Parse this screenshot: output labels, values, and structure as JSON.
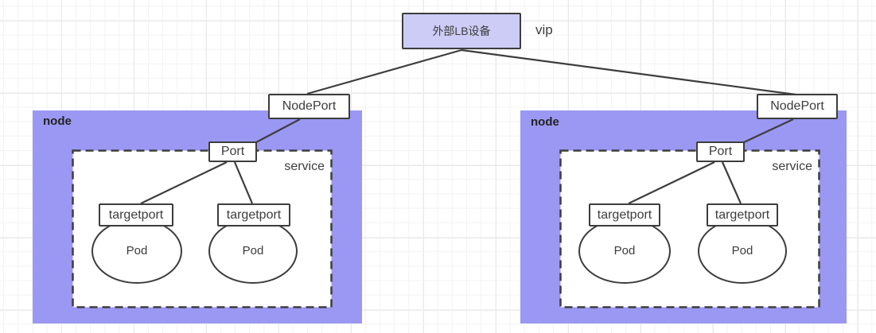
{
  "lb": {
    "label": "外部LB设备"
  },
  "vip_label": "vip",
  "nodes": [
    {
      "label": "node",
      "nodeport_label": "NodePort",
      "port_label": "Port",
      "service_label": "service",
      "targetport_labels": [
        "targetport",
        "targetport"
      ],
      "pod_labels": [
        "Pod",
        "Pod"
      ]
    },
    {
      "label": "node",
      "nodeport_label": "NodePort",
      "port_label": "Port",
      "service_label": "service",
      "targetport_labels": [
        "targetport",
        "targetport"
      ],
      "pod_labels": [
        "Pod",
        "Pod"
      ]
    }
  ],
  "colors": {
    "node_fill": "#9a98f2",
    "lb_fill": "#ccccf6",
    "stroke": "#3d3d3d",
    "grid_line": "#e9e9e9",
    "canvas_bg": "#ffffff"
  }
}
